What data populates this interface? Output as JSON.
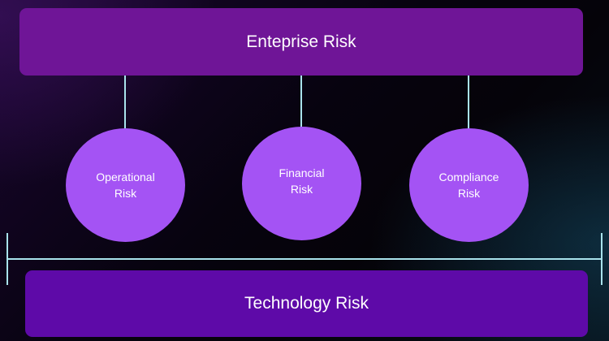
{
  "top": {
    "label": "Enteprise Risk"
  },
  "circles": [
    {
      "label": "Operational\nRisk"
    },
    {
      "label": "Financial\nRisk"
    },
    {
      "label": "Compliance\nRisk"
    }
  ],
  "bottom": {
    "label": "Technology Risk"
  },
  "colors": {
    "top_box": "#6f1597",
    "circle": "#a453f4",
    "bottom_box": "#5e0aa8",
    "connector": "#a9e3ec",
    "text": "#ffffff"
  }
}
